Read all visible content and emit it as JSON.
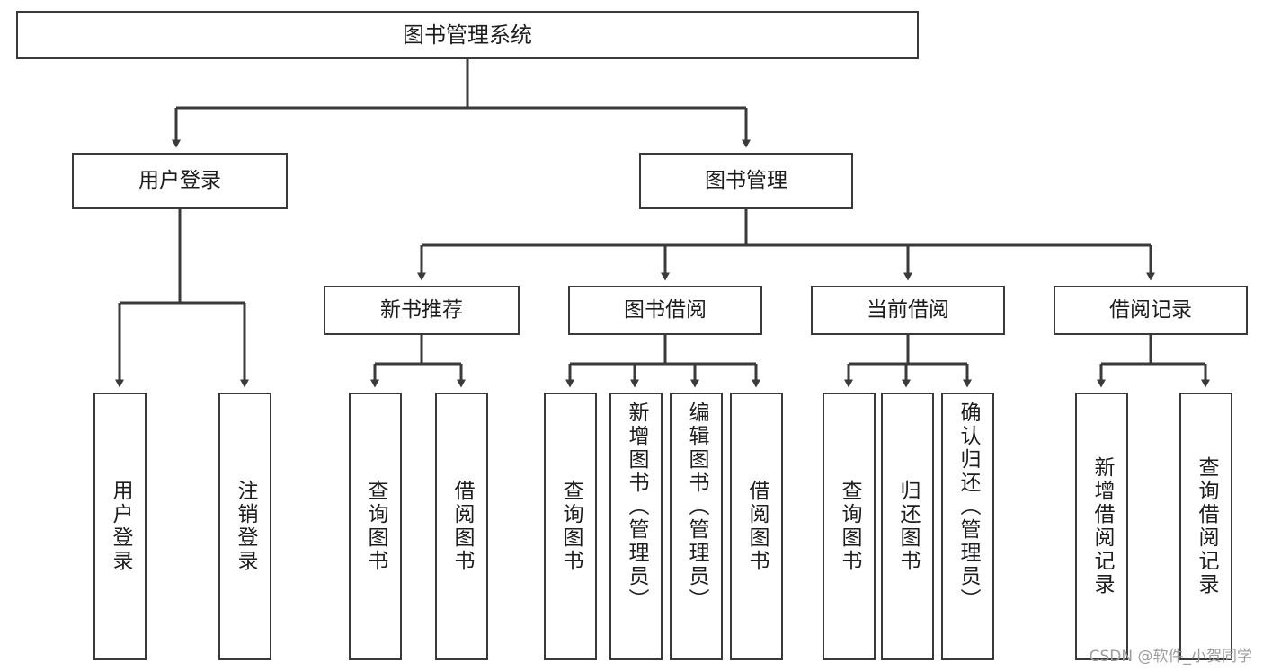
{
  "diagram": {
    "type": "tree",
    "title": "图书管理系统",
    "watermark": "CSDN @软件_小贺同学",
    "colors": {
      "stroke": "#3a3a3a",
      "fill": "#ffffff",
      "text": "#1d1d1f",
      "watermark": "#9d9d9d"
    },
    "nodes": {
      "root": {
        "label": "图书管理系统"
      },
      "level2": [
        {
          "id": "user-login",
          "label": "用户登录"
        },
        {
          "id": "book-management",
          "label": "图书管理"
        }
      ],
      "level3": [
        {
          "id": "new-book-recommend",
          "label": "新书推荐"
        },
        {
          "id": "book-borrow",
          "label": "图书借阅"
        },
        {
          "id": "current-borrow",
          "label": "当前借阅"
        },
        {
          "id": "borrow-record",
          "label": "借阅记录"
        }
      ],
      "leaves": {
        "user-login": [
          {
            "id": "leaf-user-login",
            "label": "用户登录"
          },
          {
            "id": "leaf-logout-login",
            "label": "注销登录"
          }
        ],
        "new-book-recommend": [
          {
            "id": "leaf-query-book-1",
            "label": "查询图书"
          },
          {
            "id": "leaf-borrow-book-1",
            "label": "借阅图书"
          }
        ],
        "book-borrow": [
          {
            "id": "leaf-query-book-2",
            "label": "查询图书"
          },
          {
            "id": "leaf-add-book-admin",
            "label": "新增图书（管理员）"
          },
          {
            "id": "leaf-edit-book-admin",
            "label": "编辑图书（管理员）"
          },
          {
            "id": "leaf-borrow-book-2",
            "label": "借阅图书"
          }
        ],
        "current-borrow": [
          {
            "id": "leaf-query-book-3",
            "label": "查询图书"
          },
          {
            "id": "leaf-return-book",
            "label": "归还图书"
          },
          {
            "id": "leaf-confirm-return-admin",
            "label": "确认归还（管理员）"
          }
        ],
        "borrow-record": [
          {
            "id": "leaf-add-borrow-record",
            "label": "新增借阅记录"
          },
          {
            "id": "leaf-query-borrow-record",
            "label": "查询借阅记录"
          }
        ]
      }
    }
  }
}
